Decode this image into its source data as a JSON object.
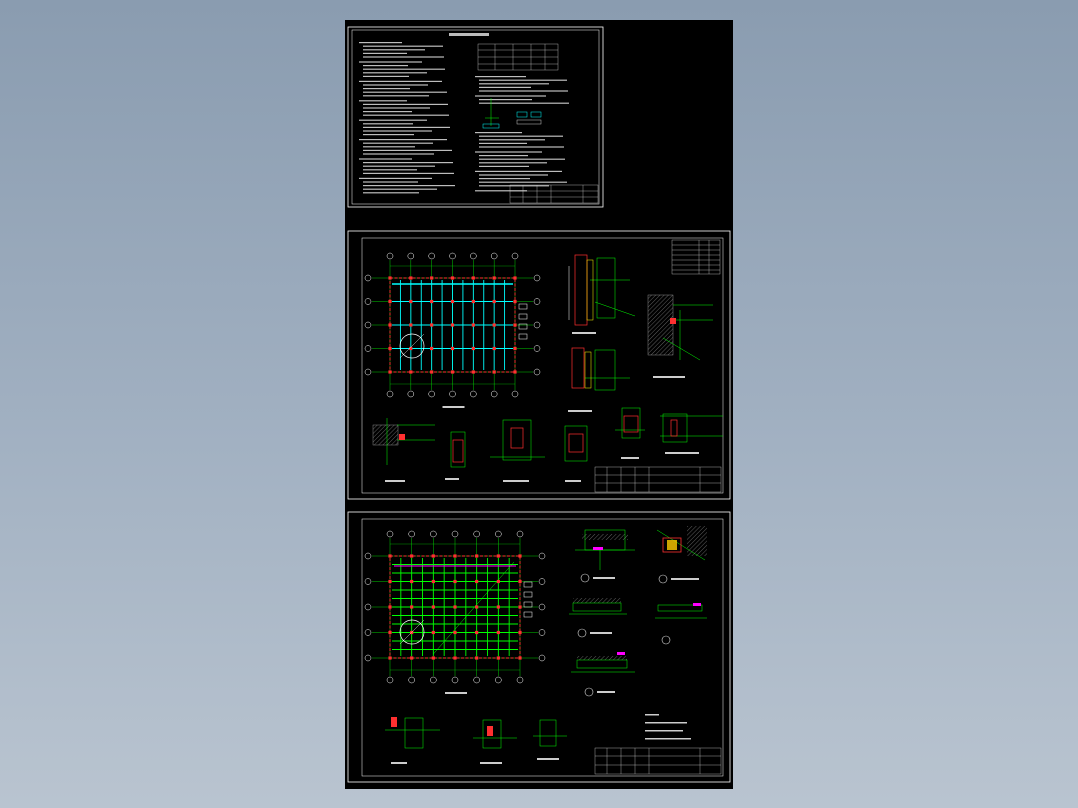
{
  "viewport": {
    "background": "#000000"
  },
  "colors": {
    "frame": "#ffffff",
    "text": "#d8d8d8",
    "axis_line": "#00ff00",
    "grid_bubble": "#ffffff",
    "beam_cyan": "#00ffff",
    "beam_green": "#00ff00",
    "column_red": "#ff3030",
    "brace_magenta": "#ff00ff",
    "hatch": "#a0a0a0"
  },
  "sheets": [
    {
      "id": "sheet-1",
      "kind": "general-notes"
    },
    {
      "id": "sheet-2",
      "kind": "plan-and-details",
      "plan_color": "beam_cyan"
    },
    {
      "id": "sheet-3",
      "kind": "plan-and-details",
      "plan_color": "beam_green"
    }
  ]
}
